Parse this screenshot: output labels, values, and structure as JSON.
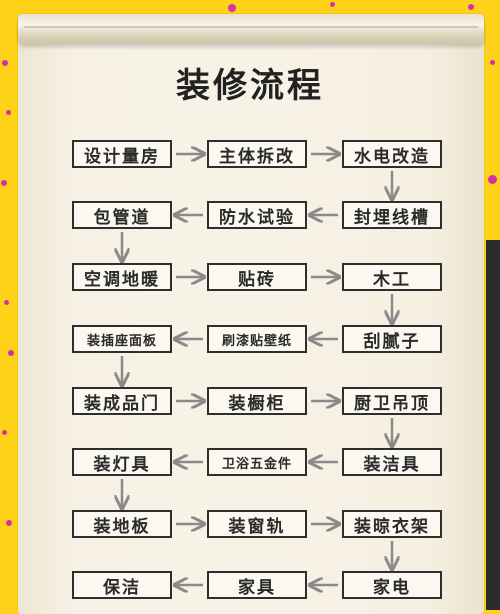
{
  "title": "装修流程",
  "steps": [
    "设计量房",
    "主体拆改",
    "水电改造",
    "封埋线槽",
    "防水试验",
    "包管道",
    "空调地暖",
    "贴砖",
    "木工",
    "刮腻子",
    "刷漆贴壁纸",
    "装插座面板",
    "装成品门",
    "装橱柜",
    "厨卫吊顶",
    "装洁具",
    "卫浴五金件",
    "装灯具",
    "装地板",
    "装窗轨",
    "装晾衣架",
    "家电",
    "家具",
    "保洁"
  ],
  "colors": {
    "background": "#ffd21a",
    "accent_dots": "#d62fa8",
    "ink": "#2e2e2e",
    "arrow": "#8a8a8a"
  }
}
